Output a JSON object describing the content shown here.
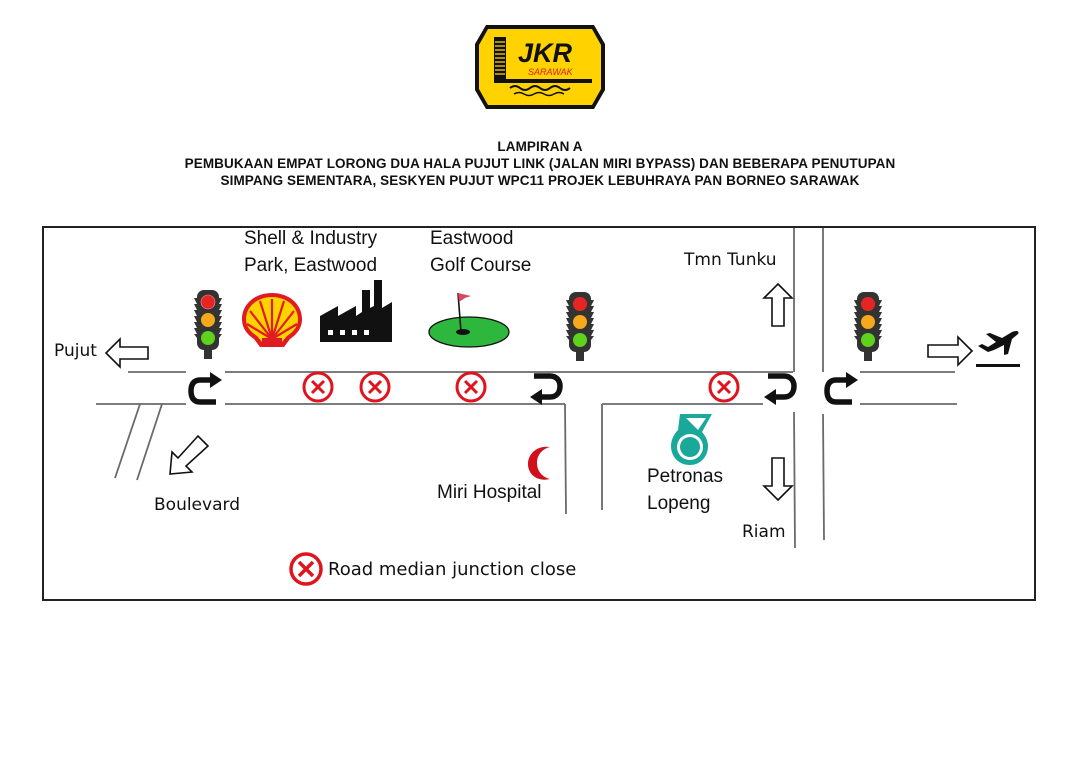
{
  "logo": {
    "name": "JKR",
    "subname": "SARAWAK",
    "colors": {
      "background": "#FFD200",
      "text": "#000000",
      "subtext": "#E11B22"
    }
  },
  "header": {
    "line1": "LAMPIRAN A",
    "line2": "PEMBUKAAN EMPAT LORONG DUA HALA PUJUT LINK (JALAN MIRI BYPASS) DAN BEBERAPA PENUTUPAN",
    "line3": "SIMPANG SEMENTARA,  SESKYEN PUJUT WPC11 PROJEK LEBUHRAYA PAN BORNEO SARAWAK"
  },
  "map": {
    "places": {
      "shell": {
        "line1": "Shell & Industry",
        "line2": "Park, Eastwood"
      },
      "golf": {
        "line1": "Eastwood",
        "line2": "Golf Course"
      },
      "tmn_tunku": "Tmn Tunku",
      "pujut": "Pujut",
      "boulevard": "Boulevard",
      "hospital": "Miri Hospital",
      "petronas": {
        "line1": "Petronas",
        "line2": "Lopeng"
      },
      "riam": "Riam"
    },
    "icons": {
      "traffic_light": "traffic-light-icon",
      "shell": "shell-logo-icon",
      "factory": "factory-icon",
      "golf": "golf-flag-icon",
      "crescent": "red-crescent-icon",
      "petronas": "petronas-logo-icon",
      "airport": "airplane-departure-icon",
      "closed": "closed-junction-icon",
      "u_turn": "u-turn-icon"
    },
    "legend": {
      "label": "Road median junction close"
    },
    "colors": {
      "closed": "#E0141E",
      "petronas": "#1AA89A",
      "golf_green": "#2DB83D",
      "crescent": "#D0101A",
      "road": "#666666"
    }
  }
}
